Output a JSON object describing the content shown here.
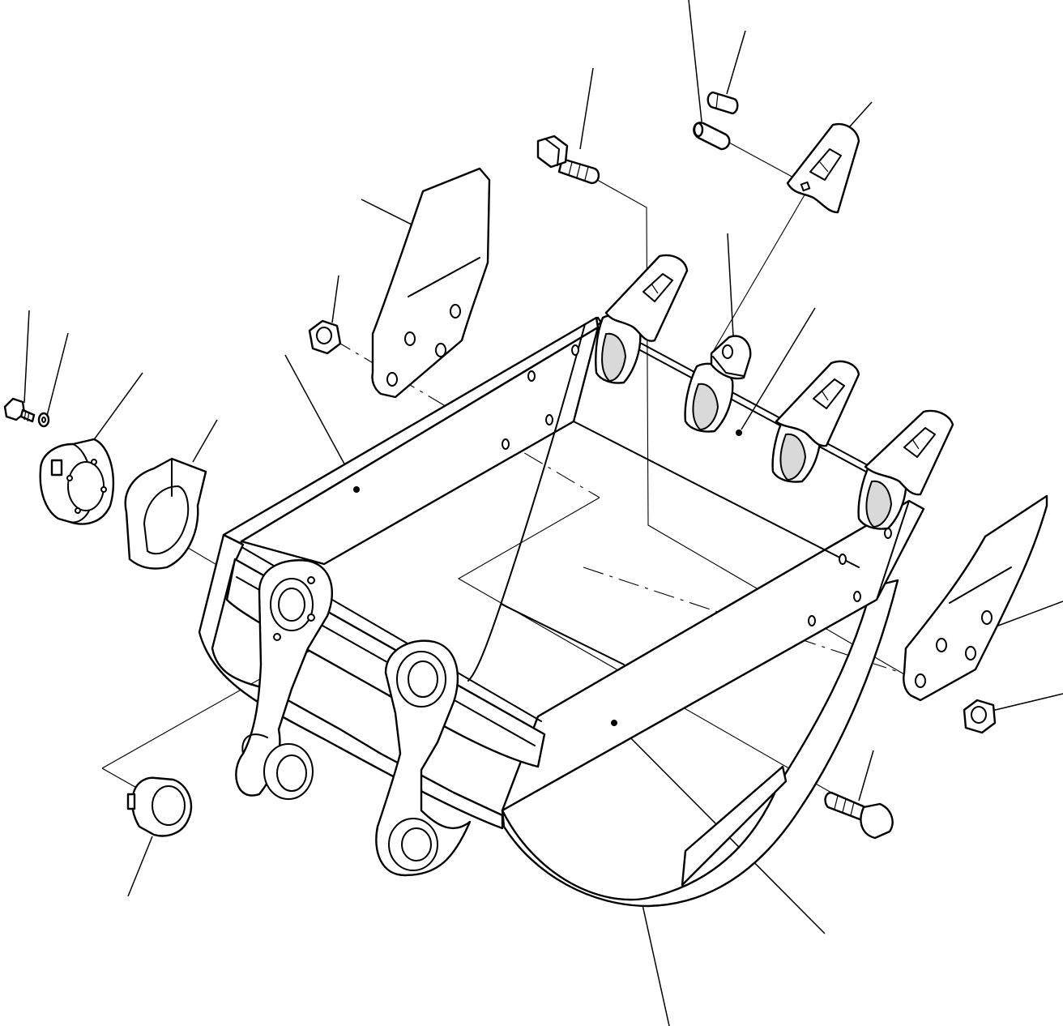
{
  "diagram": {
    "colors": {
      "line": "#000000",
      "background": "#ffffff",
      "shade": "#d9d9d9"
    },
    "parts": [
      "bucket-body",
      "tooth-point",
      "tooth-adapter",
      "tooth-pin",
      "tooth-lock",
      "side-cutter",
      "side-cutter-bolt",
      "side-cutter-nut",
      "boss-flange",
      "shim",
      "flange-bolt",
      "lock-washer",
      "bushing-dust-seal"
    ]
  }
}
